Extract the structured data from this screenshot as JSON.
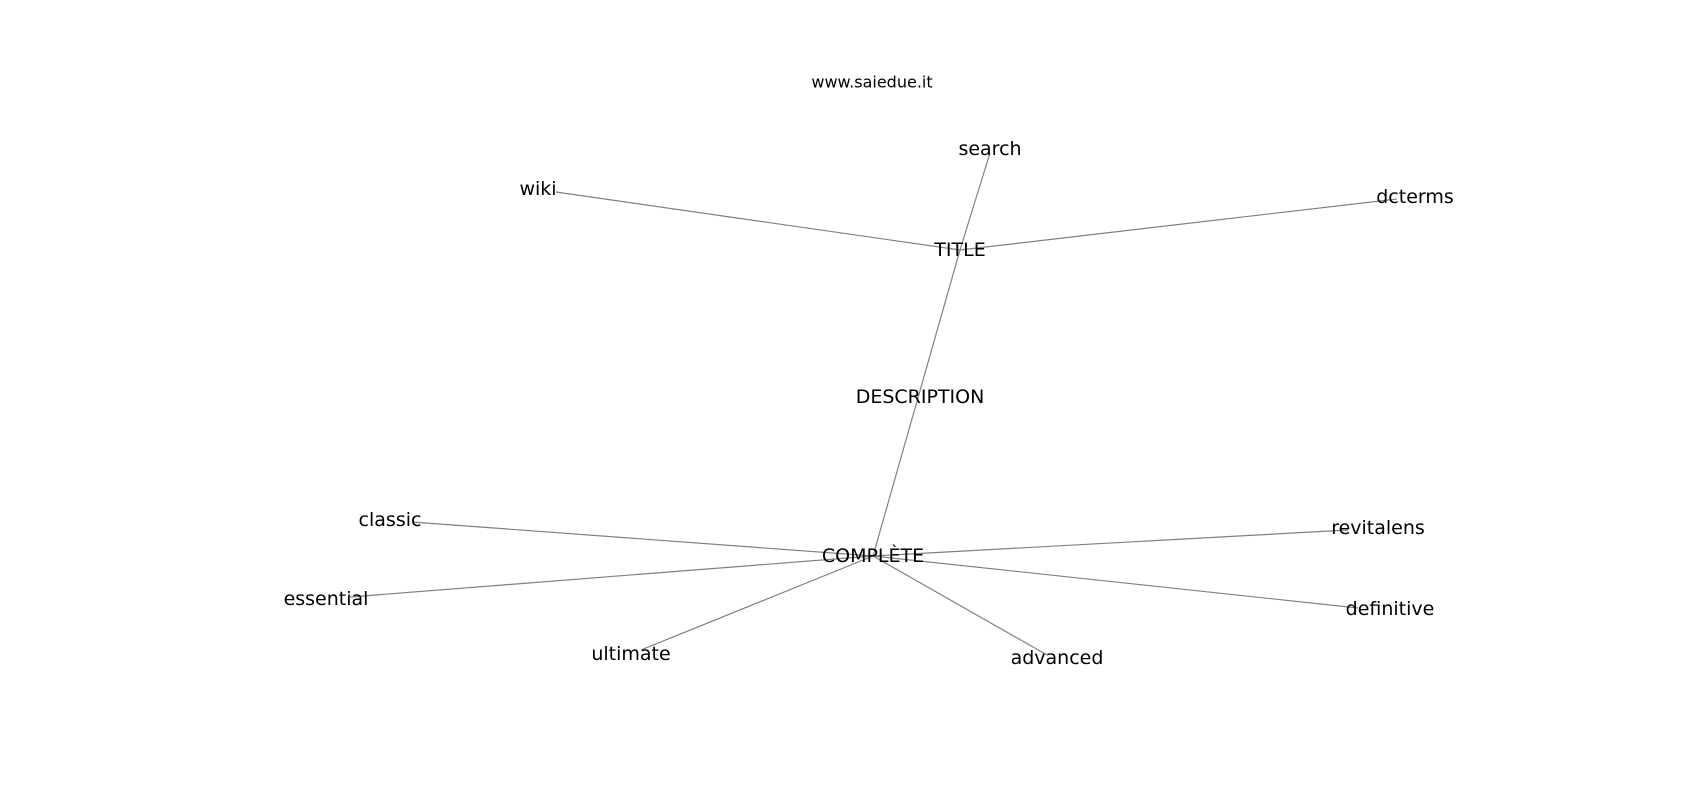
{
  "header": {
    "site": "www.saiedue.it"
  },
  "graph": {
    "nodes": [
      {
        "id": "title",
        "label": "TITLE"
      },
      {
        "id": "description",
        "label": "DESCRIPTION"
      },
      {
        "id": "complete",
        "label": "COMPLÈTE"
      },
      {
        "id": "search",
        "label": "search"
      },
      {
        "id": "wiki",
        "label": "wiki"
      },
      {
        "id": "dcterms",
        "label": "dcterms"
      },
      {
        "id": "classic",
        "label": "classic"
      },
      {
        "id": "essential",
        "label": "essential"
      },
      {
        "id": "ultimate",
        "label": "ultimate"
      },
      {
        "id": "advanced",
        "label": "advanced"
      },
      {
        "id": "revitalens",
        "label": "revitalens"
      },
      {
        "id": "definitive",
        "label": "definitive"
      }
    ],
    "edges": [
      [
        "title",
        "search"
      ],
      [
        "title",
        "wiki"
      ],
      [
        "title",
        "dcterms"
      ],
      [
        "title",
        "complete"
      ],
      [
        "complete",
        "classic"
      ],
      [
        "complete",
        "essential"
      ],
      [
        "complete",
        "ultimate"
      ],
      [
        "complete",
        "advanced"
      ],
      [
        "complete",
        "revitalens"
      ],
      [
        "complete",
        "definitive"
      ]
    ],
    "edge_color": "#808080",
    "label_color": "#000000"
  }
}
